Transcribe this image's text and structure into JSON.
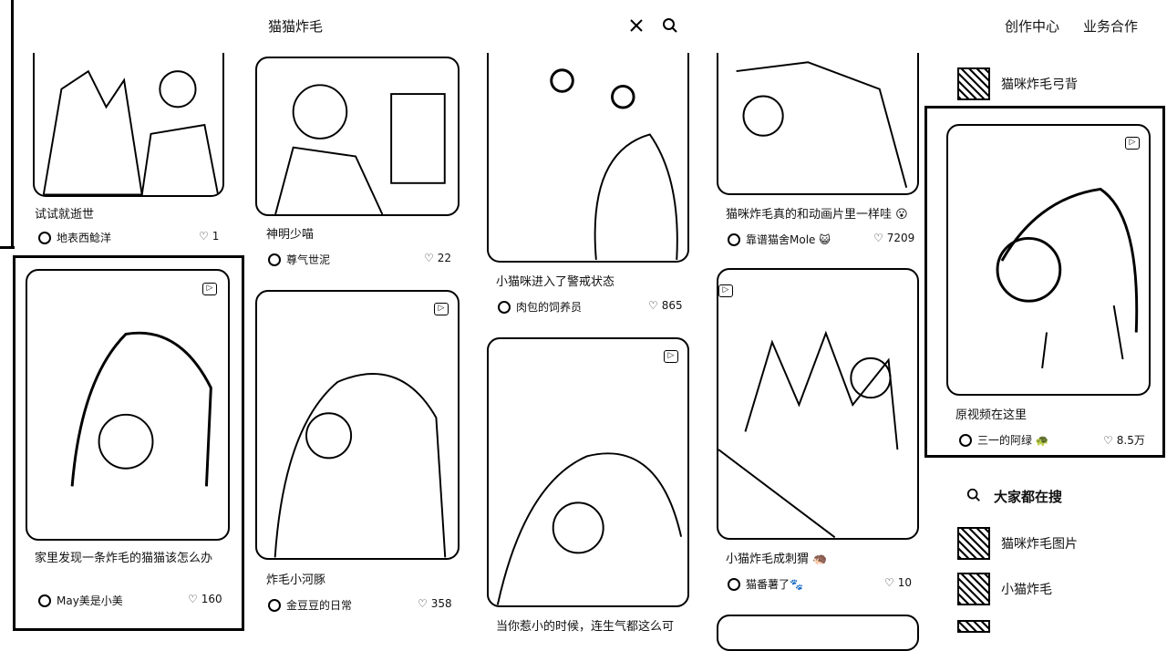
{
  "search": {
    "value": "猫猫炸毛"
  },
  "header": {
    "links": [
      "创作中心",
      "业务合作"
    ]
  },
  "cards": [
    {
      "title": "试试就逝世",
      "author": "地表西鲶洋",
      "likes": "1"
    },
    {
      "title": "家里发现一条炸毛的猫猫该怎么办",
      "author": "May美是小美",
      "likes": "160",
      "video": true
    },
    {
      "title": "神明少喵",
      "author": "尊气世泥",
      "likes": "22"
    },
    {
      "title": "炸毛小河豚",
      "author": "金豆豆的日常",
      "likes": "358",
      "video": true
    },
    {
      "title": "小猫咪进入了警戒状态",
      "author": "肉包的饲养员",
      "likes": "865"
    },
    {
      "title": "当你惹小的时候，连生气都这么可",
      "video": true
    },
    {
      "title": "猫咪炸毛真的和动画片里一样哇 😮",
      "author": "靠谱猫舍Mole 😺",
      "likes": "7209"
    },
    {
      "title": "小猫炸毛成刺猬 🦔",
      "author": "猫番薯了🐾",
      "likes": "10",
      "video": true
    },
    {
      "title": "原视频在这里",
      "author": "三一的阿绿 🐢",
      "likes": "8.5万",
      "video": true
    }
  ],
  "right": {
    "top_item": "猫咪炸毛弓背",
    "popular_title": "大家都在搜",
    "popular": [
      "猫咪炸毛图片",
      "小猫炸毛"
    ]
  }
}
